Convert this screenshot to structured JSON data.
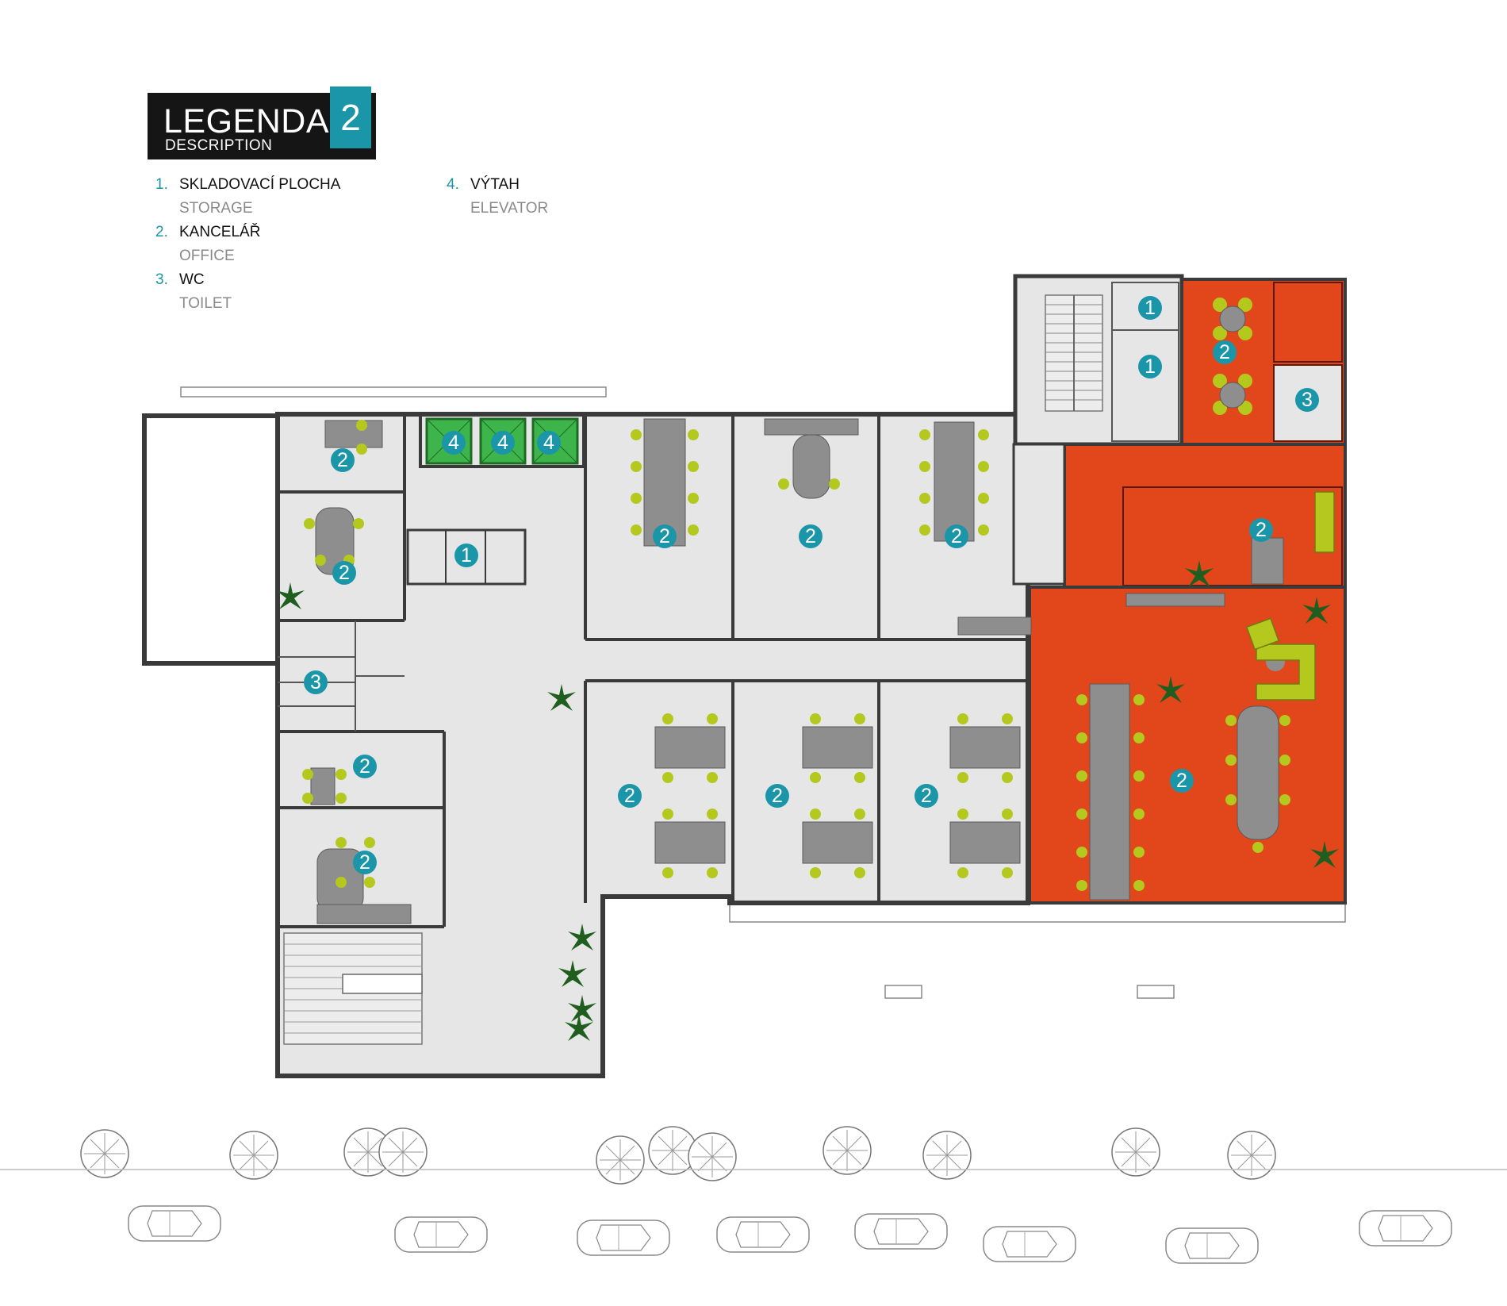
{
  "legend": {
    "title": "LEGENDA",
    "subtitle": "DESCRIPTION",
    "floor": "2",
    "items": [
      {
        "num": "1.",
        "cz": "SKLADOVACÍ PLOCHA",
        "en": "STORAGE"
      },
      {
        "num": "2.",
        "cz": "KANCELÁŘ",
        "en": "OFFICE"
      },
      {
        "num": "3.",
        "cz": "WC",
        "en": "TOILET"
      },
      {
        "num": "4.",
        "cz": "VÝTAH",
        "en": "ELEVATOR"
      }
    ]
  },
  "colors": {
    "accent": "#1b95a8",
    "rented": "#e2471b",
    "elevator": "#3db54a",
    "floor": "#e6e6e6",
    "wall": "#3a3a3a"
  },
  "markers": [
    {
      "label": "2"
    },
    {
      "label": "4"
    },
    {
      "label": "4"
    },
    {
      "label": "4"
    },
    {
      "label": "2"
    },
    {
      "label": "1"
    },
    {
      "label": "3"
    },
    {
      "label": "2"
    },
    {
      "label": "2"
    },
    {
      "label": "2"
    },
    {
      "label": "2"
    },
    {
      "label": "2"
    },
    {
      "label": "2"
    },
    {
      "label": "2"
    },
    {
      "label": "2"
    },
    {
      "label": "1"
    },
    {
      "label": "1"
    },
    {
      "label": "2"
    },
    {
      "label": "3"
    },
    {
      "label": "2"
    },
    {
      "label": "2"
    }
  ]
}
